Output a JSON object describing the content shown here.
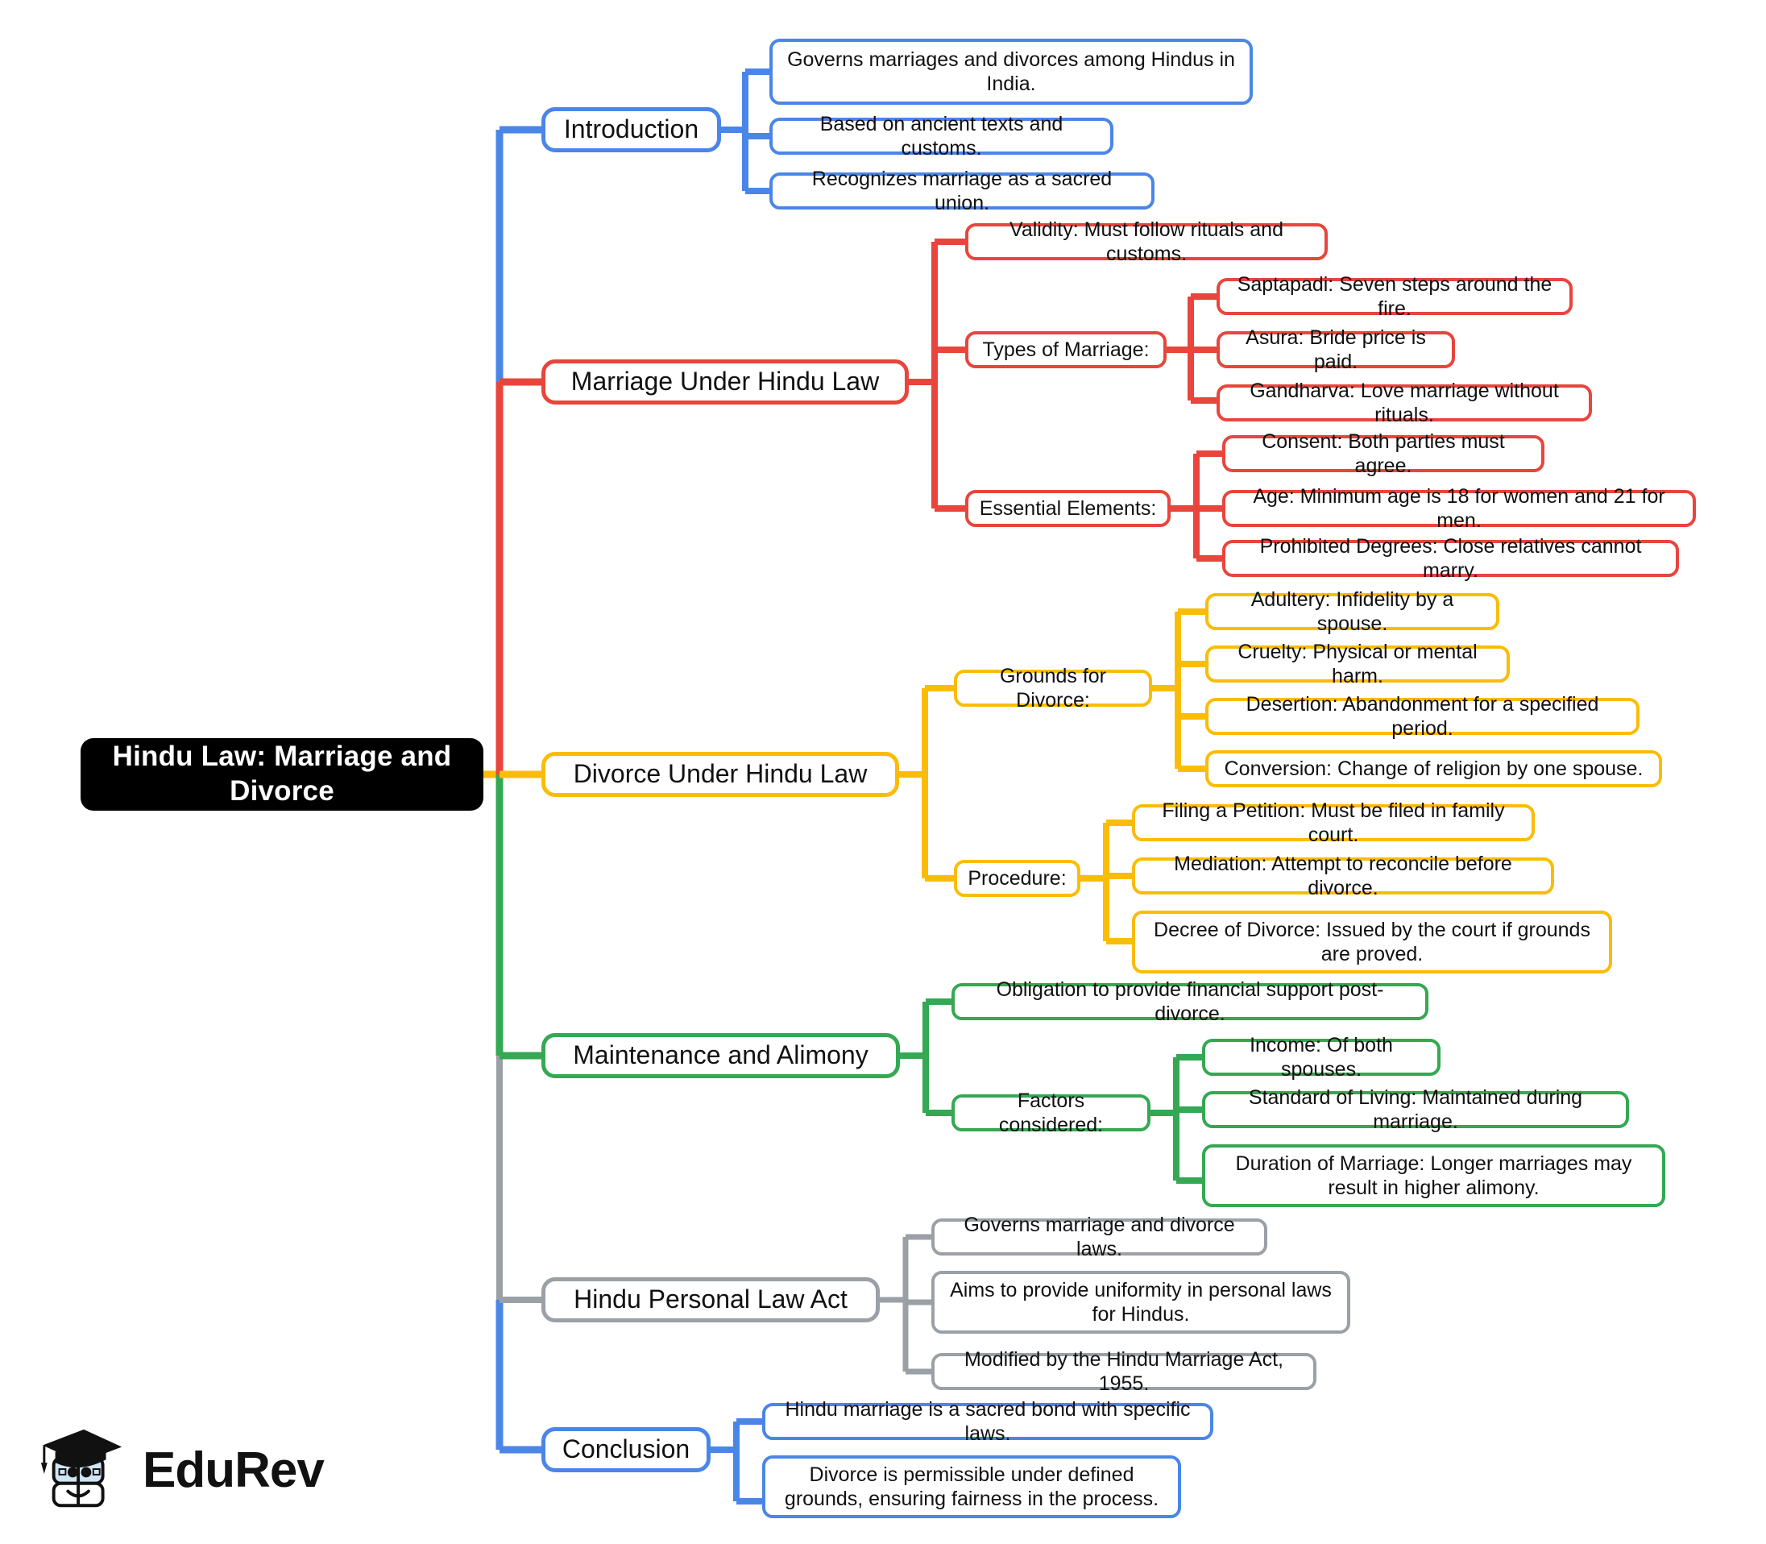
{
  "diagram": {
    "type": "mindmap",
    "title": "Hindu Law: Marriage and Divorce",
    "brand": {
      "name": "EduRev",
      "logo_icon": "graduation-cap-book-mascot-icon"
    },
    "colors": {
      "root_background": "#000000",
      "root_text": "#ffffff",
      "blue": "#4a86e8",
      "red": "#e8453c",
      "yellow": "#fbbc05",
      "green": "#34a853",
      "gray": "#9aa0a6"
    },
    "root": {
      "label": "Hindu Law: Marriage and Divorce"
    },
    "branches": [
      {
        "label": "Introduction",
        "color": "#4a86e8",
        "children": [
          {
            "label": "Governs marriages and divorces among Hindus in India."
          },
          {
            "label": "Based on ancient texts and customs."
          },
          {
            "label": "Recognizes marriage as a sacred union."
          }
        ]
      },
      {
        "label": "Marriage Under Hindu Law",
        "color": "#e8453c",
        "children": [
          {
            "label": "Validity: Must follow rituals and customs."
          },
          {
            "label": "Types of Marriage:",
            "children": [
              {
                "label": "Saptapadi: Seven steps around the fire."
              },
              {
                "label": "Asura: Bride price is paid."
              },
              {
                "label": "Gandharva: Love marriage without rituals."
              }
            ]
          },
          {
            "label": "Essential Elements:",
            "children": [
              {
                "label": "Consent: Both parties must agree."
              },
              {
                "label": "Age: Minimum age is 18 for women and 21 for men."
              },
              {
                "label": "Prohibited Degrees: Close relatives cannot marry."
              }
            ]
          }
        ]
      },
      {
        "label": "Divorce Under Hindu Law",
        "color": "#fbbc05",
        "children": [
          {
            "label": "Grounds for Divorce:",
            "children": [
              {
                "label": "Adultery: Infidelity by a spouse."
              },
              {
                "label": "Cruelty: Physical or mental harm."
              },
              {
                "label": "Desertion: Abandonment for a specified period."
              },
              {
                "label": "Conversion: Change of religion by one spouse."
              }
            ]
          },
          {
            "label": "Procedure:",
            "children": [
              {
                "label": "Filing a Petition: Must be filed in family court."
              },
              {
                "label": "Mediation: Attempt to reconcile before divorce."
              },
              {
                "label": "Decree of Divorce: Issued by the court if grounds are proved."
              }
            ]
          }
        ]
      },
      {
        "label": "Maintenance and Alimony",
        "color": "#34a853",
        "children": [
          {
            "label": "Obligation to provide financial support post-divorce."
          },
          {
            "label": "Factors considered:",
            "children": [
              {
                "label": "Income: Of both spouses."
              },
              {
                "label": "Standard of Living: Maintained during marriage."
              },
              {
                "label": "Duration of Marriage: Longer marriages may result in higher alimony."
              }
            ]
          }
        ]
      },
      {
        "label": "Hindu Personal Law Act",
        "color": "#9aa0a6",
        "children": [
          {
            "label": "Governs marriage and divorce laws."
          },
          {
            "label": "Aims to provide uniformity in personal laws for Hindus."
          },
          {
            "label": "Modified by the Hindu Marriage Act, 1955."
          }
        ]
      },
      {
        "label": "Conclusion",
        "color": "#4a86e8",
        "children": [
          {
            "label": "Hindu marriage is a sacred bond with specific laws."
          },
          {
            "label": "Divorce is permissible under defined grounds, ensuring fairness in the process."
          }
        ]
      }
    ]
  }
}
